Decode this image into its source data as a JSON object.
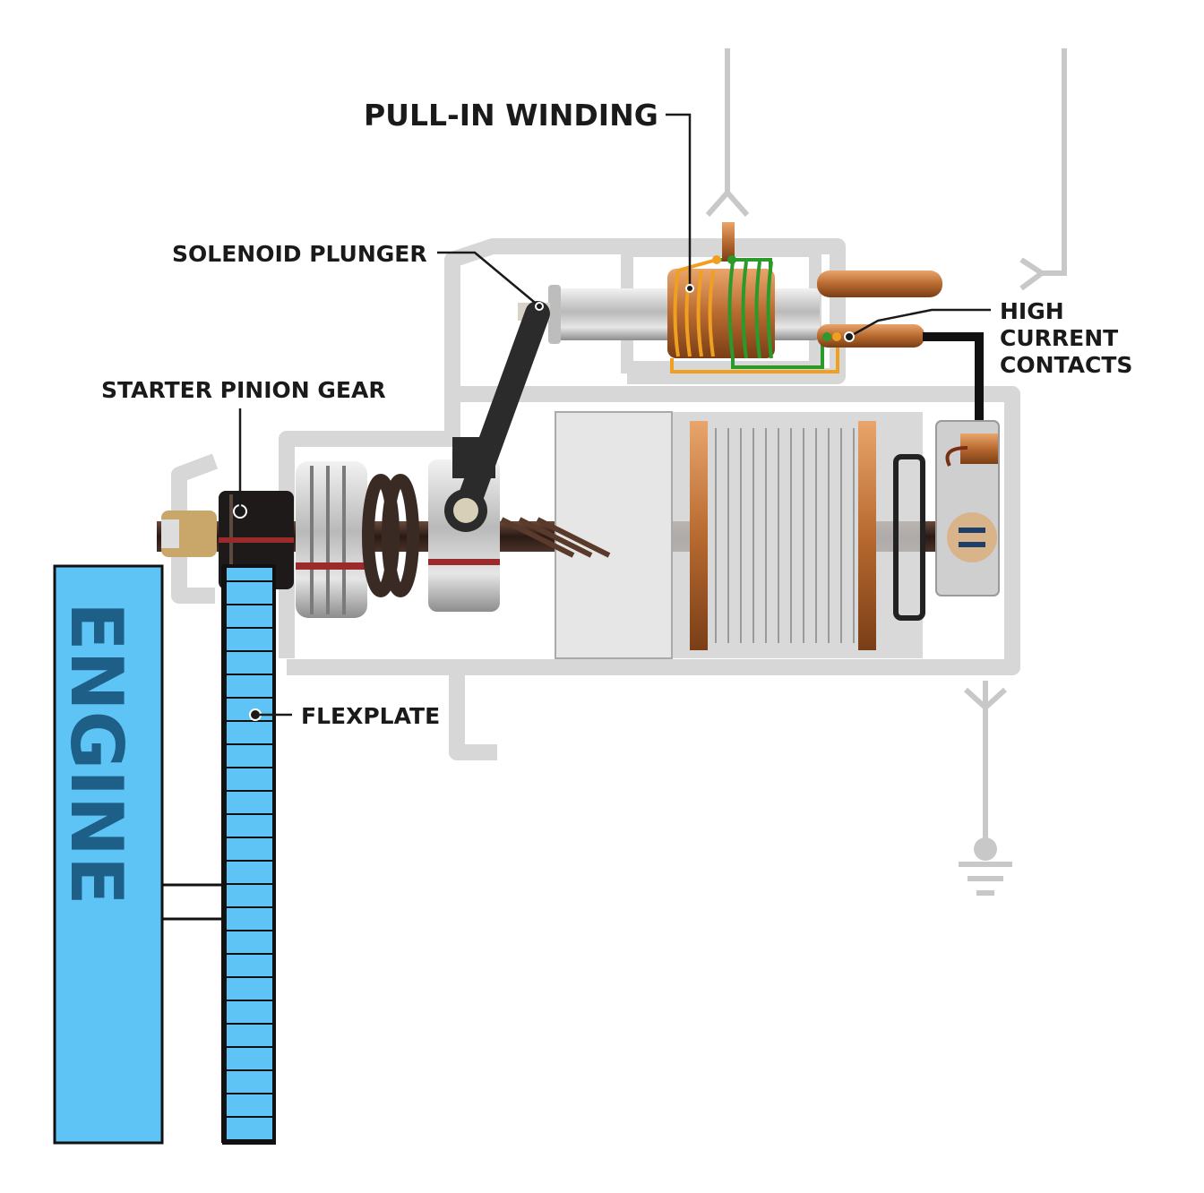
{
  "labels": {
    "pull_in_winding": "PULL-IN WINDING",
    "solenoid_plunger": "SOLENOID PLUNGER",
    "starter_pinion_gear": "STARTER PINION GEAR",
    "high_current_contacts": [
      "HIGH",
      "CURRENT",
      "CONTACTS"
    ],
    "flexplate": "FLEXPLATE",
    "engine": "ENGINE"
  },
  "colors": {
    "engine_blue": "#5ec4f5",
    "engine_text": "#1d5f86",
    "wire_grey": "#c8c8c8",
    "copper": "#c87a3c",
    "coil_orange": "#f0a020",
    "coil_green": "#2a9a2a",
    "housing": "#d7d7d7",
    "steel": "#9a9a9a",
    "dark": "#222222"
  }
}
